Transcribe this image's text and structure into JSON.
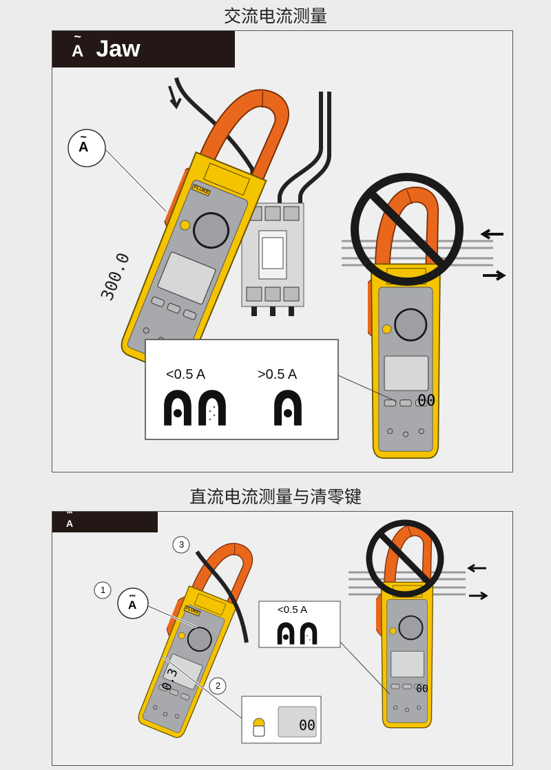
{
  "section_ac": {
    "title": "交流电流测量",
    "header": {
      "symbol": "A",
      "symbol_mark": "~",
      "label": "Jaw"
    },
    "callout": {
      "symbol": "A",
      "symbol_mark": "~"
    },
    "display_reading": "300.0",
    "brand": "FLUKE",
    "inset": {
      "low_label": "<0.5 A",
      "high_label": ">0.5 A"
    },
    "right_display": "00"
  },
  "section_dc": {
    "title": "直流电流测量与清零键",
    "header": {
      "symbol": "A",
      "symbol_mark": "⎓"
    },
    "callouts": [
      "1",
      "2",
      "3"
    ],
    "callout_symbol": {
      "symbol": "A",
      "symbol_mark": "⎓"
    },
    "brand": "FLUKE",
    "inset": {
      "low_label": "<0.5 A"
    },
    "zero_display": "00",
    "meter_display": "0.3",
    "right_display": "00"
  },
  "colors": {
    "jaw": "#e8671c",
    "body": "#f5c400",
    "face": "#a7a9ac",
    "header": "#231815"
  }
}
